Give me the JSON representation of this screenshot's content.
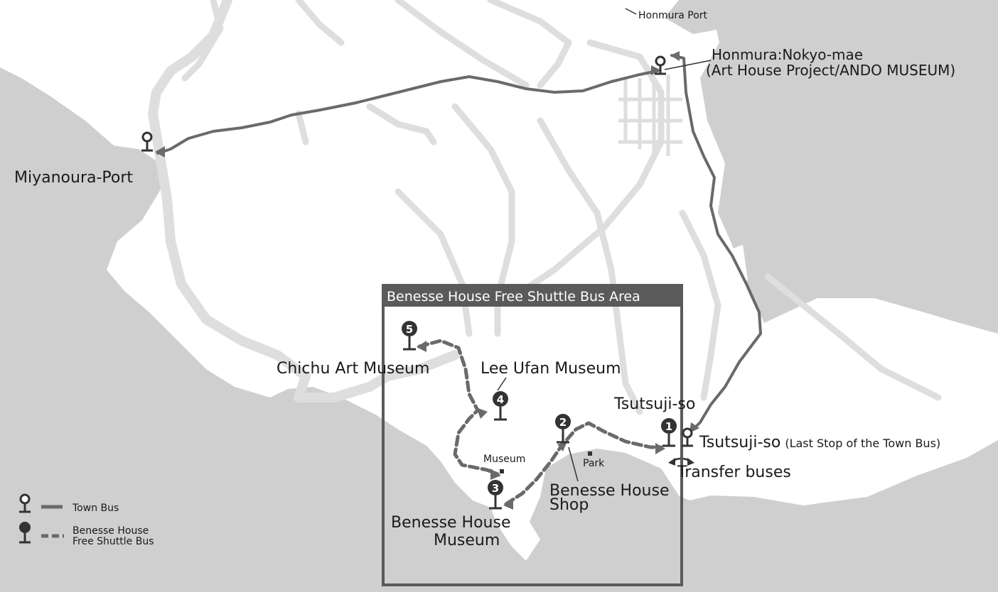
{
  "map": {
    "area_title": "Benesse House Free Shuttle Bus Area",
    "places": {
      "honmura_port": "Honmura Port",
      "honmura_stop_line1": "Honmura:Nokyo-mae",
      "honmura_stop_line2": "(Art House Project/ANDO MUSEUM)",
      "miyanoura_port": "Miyanoura-Port",
      "chichu": "Chichu Art Museum",
      "lee_ufan": "Lee Ufan Museum",
      "tsutsujiso_shuttle": "Tsutsuji-so",
      "tsutsujiso_town": "Tsutsuji-so",
      "tsutsujiso_town_note": "(Last Stop of the Town Bus)",
      "transfer": "Transfer buses",
      "museum_small": "Museum",
      "park_small": "Park",
      "bh_shop_line1": "Benesse House",
      "bh_shop_line2": "Shop",
      "bh_museum_line1": "Benesse House",
      "bh_museum_line2": "Museum"
    },
    "shuttle_stop_numbers": [
      "1",
      "2",
      "3",
      "4",
      "5"
    ],
    "legend": {
      "town_bus": "Town Bus",
      "shuttle_line1": "Benesse House",
      "shuttle_line2": "Free Shuttle Bus"
    },
    "colors": {
      "sea": "#cfcfcf",
      "land": "#ffffff",
      "road": "#dedede",
      "route": "#6a6a6a",
      "stop": "#333333",
      "area_box": "#5a5a5a"
    }
  }
}
